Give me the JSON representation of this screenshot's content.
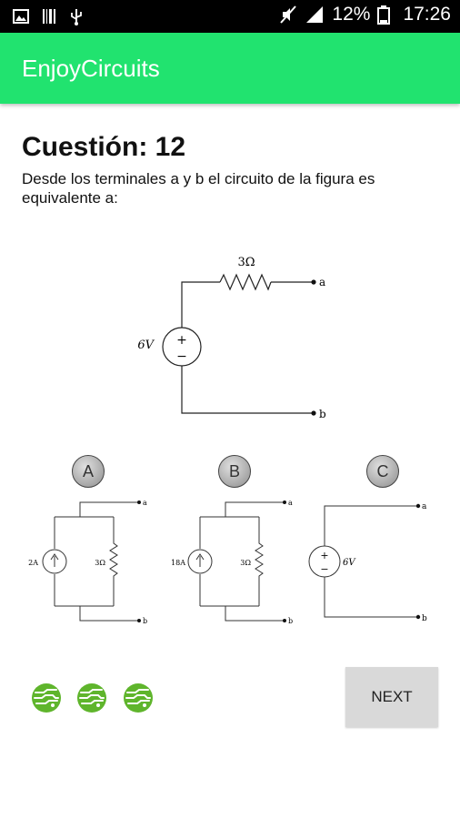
{
  "status": {
    "battery_text": "12%",
    "time": "17:26"
  },
  "app": {
    "title": "EnjoyCircuits"
  },
  "question": {
    "title": "Cuestión: 12",
    "text": "Desde los terminales a y b el circuito de la figura es equivalente a:"
  },
  "main_circuit": {
    "resistor_label": "3Ω",
    "source_label": "6V",
    "source_plus": "+",
    "source_minus": "−",
    "terminal_a": "a",
    "terminal_b": "b"
  },
  "options": [
    {
      "label": "A",
      "source_label": "2A",
      "resistor_label": "3Ω",
      "terminal_a": "a",
      "terminal_b": "b"
    },
    {
      "label": "B",
      "source_label": "18A",
      "resistor_label": "3Ω",
      "terminal_a": "a",
      "terminal_b": "b"
    },
    {
      "label": "C",
      "source_label": "6V",
      "source_plus": "+",
      "source_minus": "−",
      "terminal_a": "a",
      "terminal_b": "b"
    }
  ],
  "progress": {
    "count": 3,
    "icon": "circuit-board-icon",
    "color": "#5fb52c"
  },
  "actions": {
    "next_label": "NEXT"
  },
  "colors": {
    "app_bar": "#21e36f",
    "status_bar": "#000000",
    "button": "#d9d9d9"
  }
}
